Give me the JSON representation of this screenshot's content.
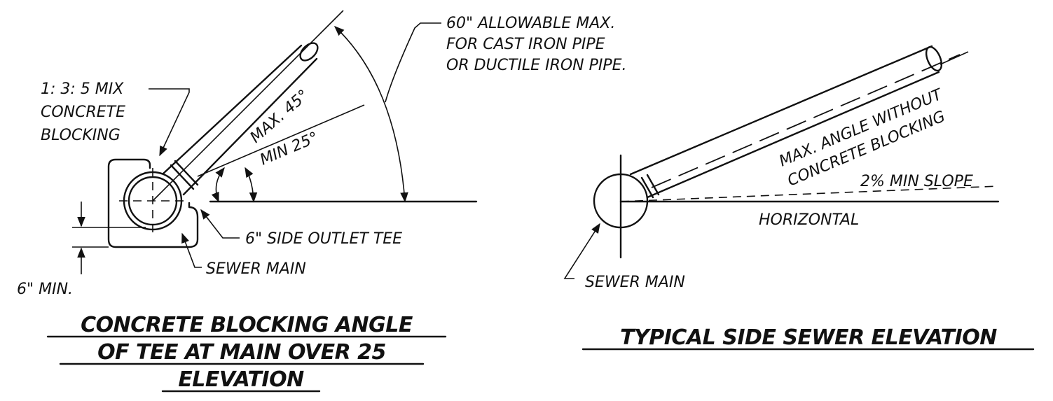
{
  "left_detail": {
    "callouts": {
      "cast_iron_line1": "60\" ALLOWABLE MAX.",
      "cast_iron_line2": "FOR CAST IRON PIPE",
      "cast_iron_line3": "OR DUCTILE IRON PIPE.",
      "mix_line1": "1: 3: 5 MIX",
      "mix_line2": "CONCRETE",
      "mix_line3": "BLOCKING",
      "max_angle": "MAX. 45°",
      "min_angle": "MIN 25°",
      "outlet_tee": "6\" SIDE OUTLET TEE",
      "sewer_main": "SEWER MAIN",
      "min_clearance": "6\" MIN."
    },
    "title_lines": [
      "CONCRETE BLOCKING ANGLE",
      "OF TEE AT MAIN OVER 25",
      "ELEVATION"
    ]
  },
  "right_detail": {
    "callouts": {
      "max_angle_line1": "MAX. ANGLE WITHOUT",
      "max_angle_line2": "CONCRETE BLOCKING",
      "min_slope": "2% MIN SLOPE",
      "horizontal": "HORIZONTAL",
      "sewer_main": "SEWER MAIN"
    },
    "title": "TYPICAL SIDE SEWER ELEVATION"
  },
  "colors": {
    "ink": "#111111",
    "paper": "#ffffff"
  }
}
